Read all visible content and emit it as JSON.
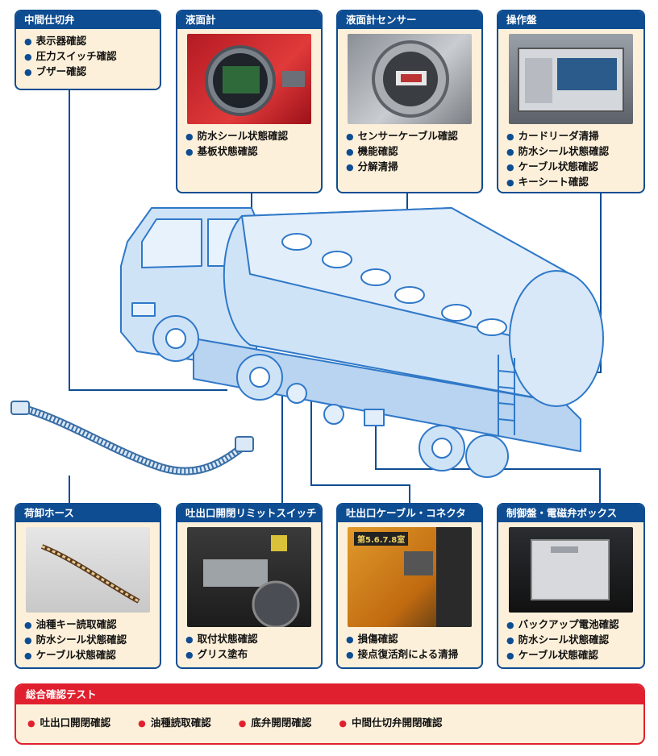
{
  "cards": {
    "intermediate_valve": {
      "title": "中間仕切弁",
      "items": [
        "表示器確認",
        "圧力スイッチ確認",
        "ブザー確認"
      ]
    },
    "level_gauge": {
      "title": "液面計",
      "items": [
        "防水シール状態確認",
        "基板状態確認"
      ]
    },
    "level_sensor": {
      "title": "液面計センサー",
      "items": [
        "センサーケーブル確認",
        "機能確認",
        "分解清掃"
      ]
    },
    "control_panel": {
      "title": "操作盤",
      "items": [
        "カードリーダ清掃",
        "防水シール状態確認",
        "ケーブル状態確認",
        "キーシート確認"
      ]
    },
    "unloading_hose": {
      "title": "荷卸ホース",
      "items": [
        "油種キー読取確認",
        "防水シール状態確認",
        "ケーブル状態確認"
      ]
    },
    "limit_switch": {
      "title": "吐出口開閉リミットスイッチ",
      "items": [
        "取付状態確認",
        "グリス塗布"
      ]
    },
    "outlet_cable": {
      "title": "吐出口ケーブル・コネクタ",
      "items": [
        "損傷確認",
        "接点復活剤による清掃"
      ]
    },
    "control_box": {
      "title": "制御盤・電磁弁ボックス",
      "items": [
        "バックアップ電池確認",
        "防水シール状態確認",
        "ケーブル状態確認"
      ]
    }
  },
  "photo_labels": {
    "outlet_numbers": "第5.6.7.8室"
  },
  "total_test": {
    "title": "総合確認テスト",
    "items": [
      "吐出口開閉確認",
      "油種読取確認",
      "底弁開閉確認",
      "中間仕切弁開閉確認"
    ]
  },
  "colors": {
    "primary": "#0e4d92",
    "card_bg": "#fdf0da",
    "alert": "#e0202e",
    "truck_fill": "#cfe3f7",
    "truck_line": "#2f78c8"
  }
}
